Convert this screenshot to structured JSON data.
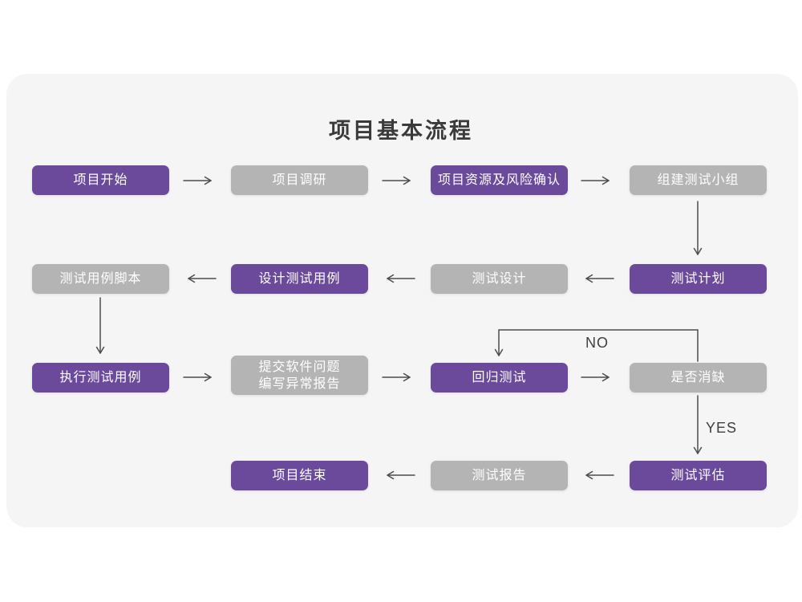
{
  "title": "项目基本流程",
  "colors": {
    "node_purple": "#6b4a9c",
    "node_gray": "#b4b4b4",
    "card_background": "#f5f5f6",
    "arrow": "#4d4d4d",
    "title_text": "#3a3a3a",
    "node_text": "#ffffff"
  },
  "edge_labels": {
    "no_label": "NO",
    "yes_label": "YES"
  },
  "nodes": [
    {
      "label": "项目开始",
      "variant": "purple"
    },
    {
      "label": "项目调研",
      "variant": "gray"
    },
    {
      "label": "项目资源及风险确认",
      "variant": "purple"
    },
    {
      "label": "组建测试小组",
      "variant": "gray"
    },
    {
      "label": "测试计划",
      "variant": "purple"
    },
    {
      "label": "测试设计",
      "variant": "gray"
    },
    {
      "label": "设计测试用例",
      "variant": "purple"
    },
    {
      "label": "测试用例脚本",
      "variant": "gray"
    },
    {
      "label": "执行测试用例",
      "variant": "purple"
    },
    {
      "label": "提交软件问题\n编写异常报告",
      "variant": "gray"
    },
    {
      "label": "回归测试",
      "variant": "purple"
    },
    {
      "label": "是否消缺",
      "variant": "gray"
    },
    {
      "label": "测试评估",
      "variant": "purple"
    },
    {
      "label": "测试报告",
      "variant": "gray"
    },
    {
      "label": "项目结束",
      "variant": "purple"
    }
  ],
  "flow": {
    "row1": "项目开始 → 项目调研 → 项目资源及风险确认 → 组建测试小组 ↓",
    "row2": "测试计划 → 测试设计 → 设计测试用例 → 测试用例脚本 ↓",
    "row3": "执行测试用例 → 提交软件问题编写异常报告 → 回归测试 → 是否消缺 (NO 回到回归测试 / YES ↓)",
    "row4": "测试评估 → 测试报告 → 项目结束"
  }
}
